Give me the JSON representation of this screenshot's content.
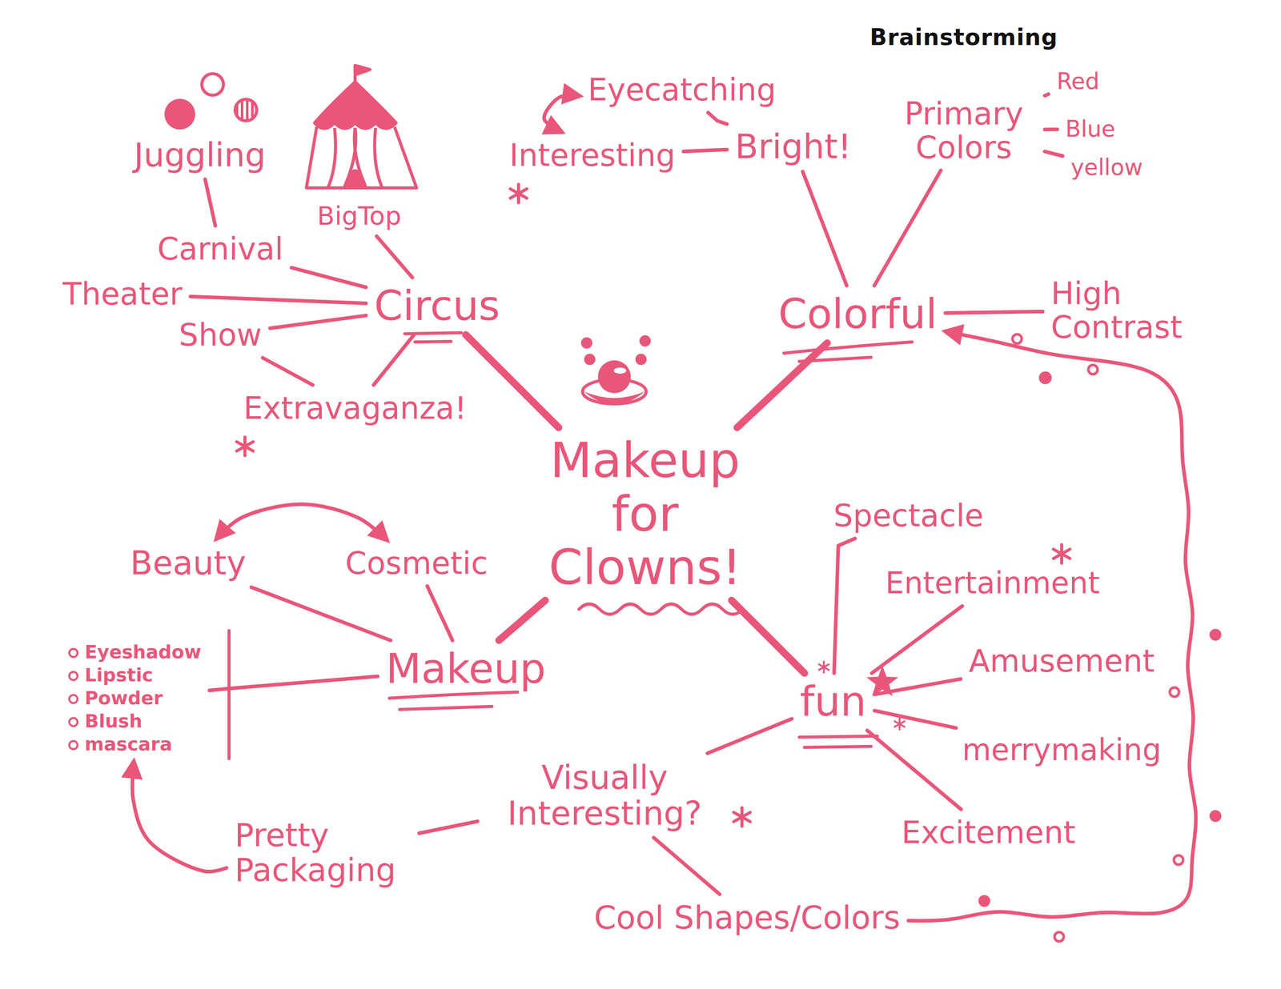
{
  "diagram": {
    "title": "Brainstorming",
    "nodes": [
      {
        "text": [
          "Juggling"
        ]
      },
      {
        "text": [
          "BigTop"
        ]
      },
      {
        "text": [
          "Eyecatching"
        ]
      },
      {
        "text": [
          "Interesting"
        ]
      },
      {
        "text": [
          "Bright!"
        ]
      },
      {
        "text": [
          "Primary Colors"
        ]
      },
      {
        "text": [
          "Red"
        ]
      },
      {
        "text": [
          "Blue"
        ]
      },
      {
        "text": [
          "yellow"
        ]
      },
      {
        "text": [
          "Carnival"
        ]
      },
      {
        "text": [
          "Theater"
        ]
      },
      {
        "text": [
          "Circus"
        ]
      },
      {
        "text": [
          "Show"
        ]
      },
      {
        "text": [
          "Colorful"
        ]
      },
      {
        "text": [
          "High Contrast"
        ]
      },
      {
        "text": [
          "Extravaganza!"
        ]
      },
      {
        "text": [
          "Makeup for Clowns!"
        ]
      },
      {
        "text": [
          "Spectacle"
        ]
      },
      {
        "text": [
          "Beauty"
        ]
      },
      {
        "text": [
          "Cosmetic"
        ]
      },
      {
        "text": [
          "Entertainment"
        ]
      },
      {
        "text": [
          "Eyeshadow",
          "Lipstic",
          "Powder",
          "Blush",
          "mascara"
        ]
      },
      {
        "text": [
          "Makeup"
        ]
      },
      {
        "text": [
          "Amusement"
        ]
      },
      {
        "text": [
          "fun"
        ]
      },
      {
        "text": [
          "merrymaking"
        ]
      },
      {
        "text": [
          "Visually Interesting?"
        ]
      },
      {
        "text": [
          "Excitement"
        ]
      },
      {
        "text": [
          "Pretty Packaging"
        ]
      },
      {
        "text": [
          "Cool Shapes/Colors"
        ]
      }
    ],
    "edges": [
      {
        "from": 0,
        "to": 9,
        "arrow": "none"
      },
      {
        "from": 1,
        "to": 11,
        "arrow": "none"
      },
      {
        "from": 9,
        "to": 11,
        "arrow": "none"
      },
      {
        "from": 10,
        "to": 11,
        "arrow": "none"
      },
      {
        "from": 12,
        "to": 11,
        "arrow": "none"
      },
      {
        "from": 12,
        "to": 15,
        "arrow": "none"
      },
      {
        "from": 11,
        "to": 15,
        "arrow": "none"
      },
      {
        "from": 11,
        "to": 16,
        "arrow": "none"
      },
      {
        "from": 2,
        "to": 3,
        "arrow": "both"
      },
      {
        "from": 2,
        "to": 4,
        "arrow": "none"
      },
      {
        "from": 3,
        "to": 4,
        "arrow": "none"
      },
      {
        "from": 4,
        "to": 13,
        "arrow": "none"
      },
      {
        "from": 5,
        "to": 13,
        "arrow": "none"
      },
      {
        "from": 5,
        "to": 6,
        "arrow": "none"
      },
      {
        "from": 5,
        "to": 7,
        "arrow": "none"
      },
      {
        "from": 5,
        "to": 8,
        "arrow": "none"
      },
      {
        "from": 13,
        "to": 14,
        "arrow": "none"
      },
      {
        "from": 16,
        "to": 13,
        "arrow": "none"
      },
      {
        "from": 18,
        "to": 19,
        "arrow": "both"
      },
      {
        "from": 18,
        "to": 22,
        "arrow": "none"
      },
      {
        "from": 19,
        "to": 22,
        "arrow": "none"
      },
      {
        "from": 22,
        "to": 21,
        "arrow": "none"
      },
      {
        "from": 16,
        "to": 22,
        "arrow": "none"
      },
      {
        "from": 16,
        "to": 24,
        "arrow": "none"
      },
      {
        "from": 17,
        "to": 24,
        "arrow": "none"
      },
      {
        "from": 20,
        "to": 24,
        "arrow": "none"
      },
      {
        "from": 23,
        "to": 24,
        "arrow": "none"
      },
      {
        "from": 25,
        "to": 24,
        "arrow": "none"
      },
      {
        "from": 27,
        "to": 24,
        "arrow": "none"
      },
      {
        "from": 26,
        "to": 24,
        "arrow": "none"
      },
      {
        "from": 26,
        "to": 28,
        "arrow": "none"
      },
      {
        "from": 26,
        "to": 29,
        "arrow": "none"
      },
      {
        "from": 28,
        "to": 21,
        "arrow": "to"
      },
      {
        "from": 29,
        "to": 13,
        "arrow": "to"
      }
    ]
  }
}
